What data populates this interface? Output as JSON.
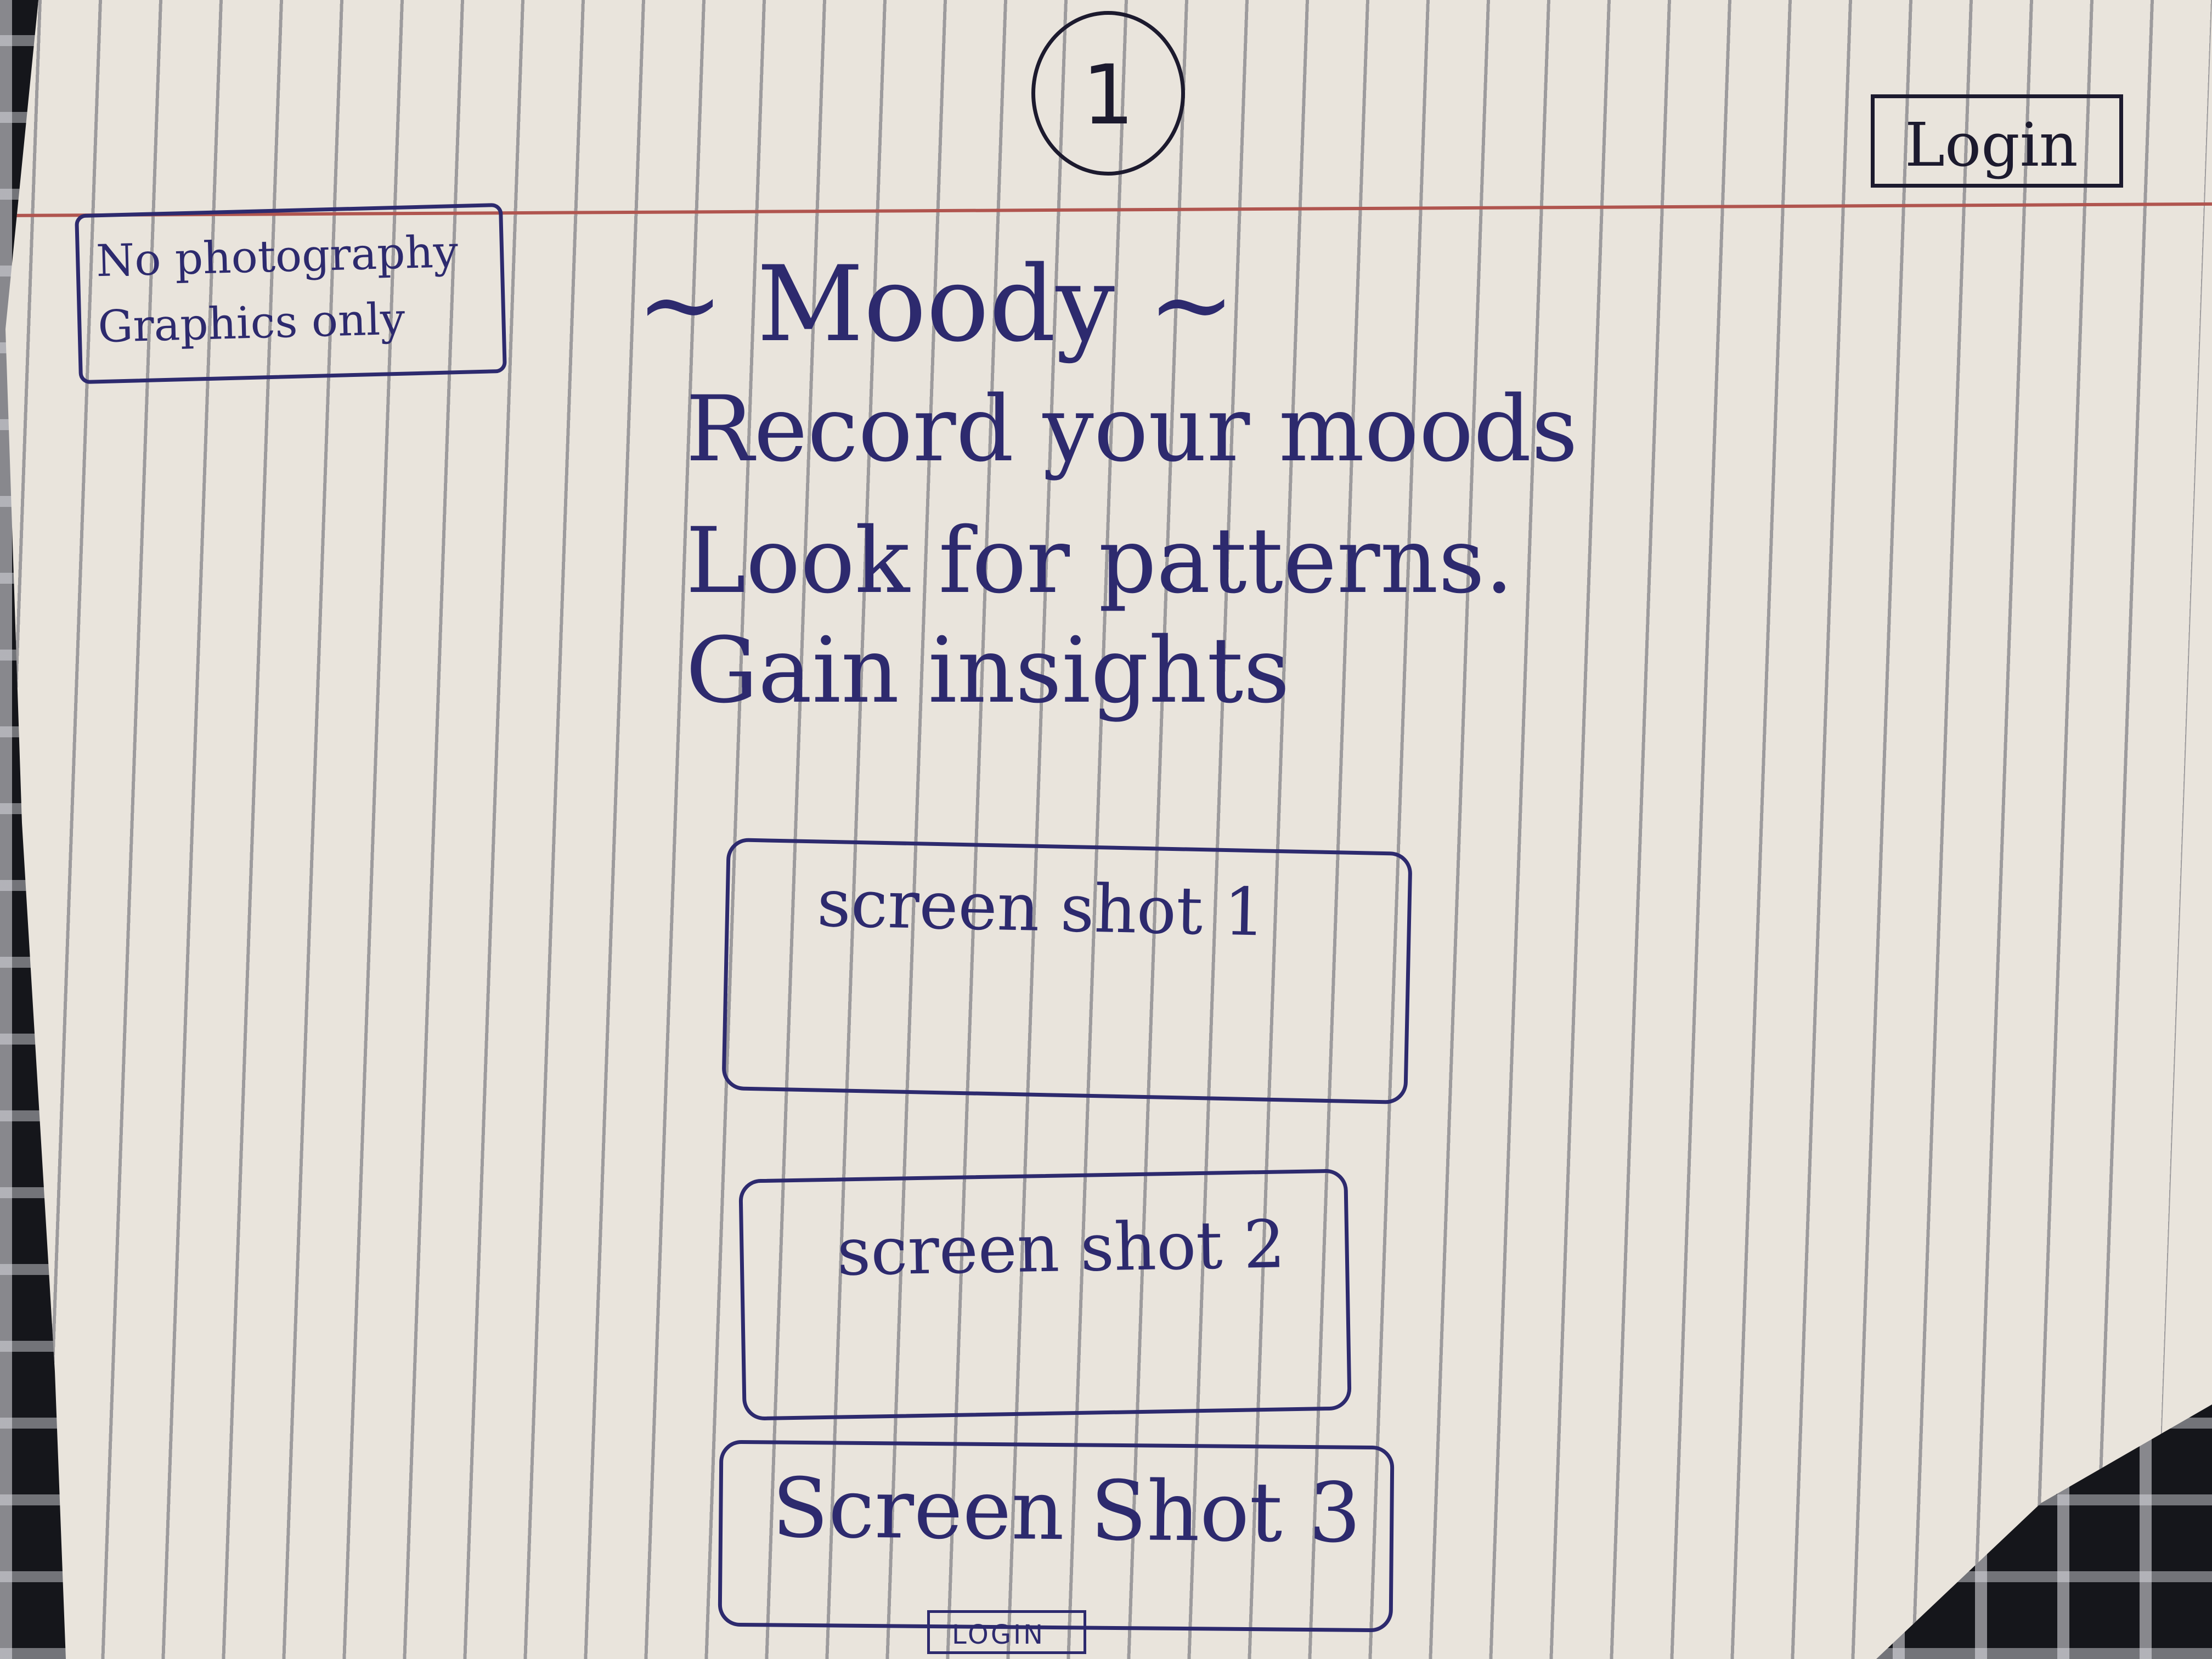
{
  "page_number": "1",
  "header": {
    "login_label": "Login"
  },
  "note": {
    "line1": "No photography",
    "line2": "Graphics only"
  },
  "hero": {
    "title": "~ Moody ~",
    "taglines": [
      "Record your moods",
      "Look for patterns.",
      "Gain insights"
    ]
  },
  "screenshots": [
    {
      "label": "screen shot 1"
    },
    {
      "label": "screen shot 2"
    },
    {
      "label": "Screen Shot 3"
    }
  ],
  "footer": {
    "login_label": "LOGIN"
  },
  "colors": {
    "ink": "#2d2a6e",
    "paper": "#e9e4dc",
    "margin_rule": "#b0554f"
  }
}
